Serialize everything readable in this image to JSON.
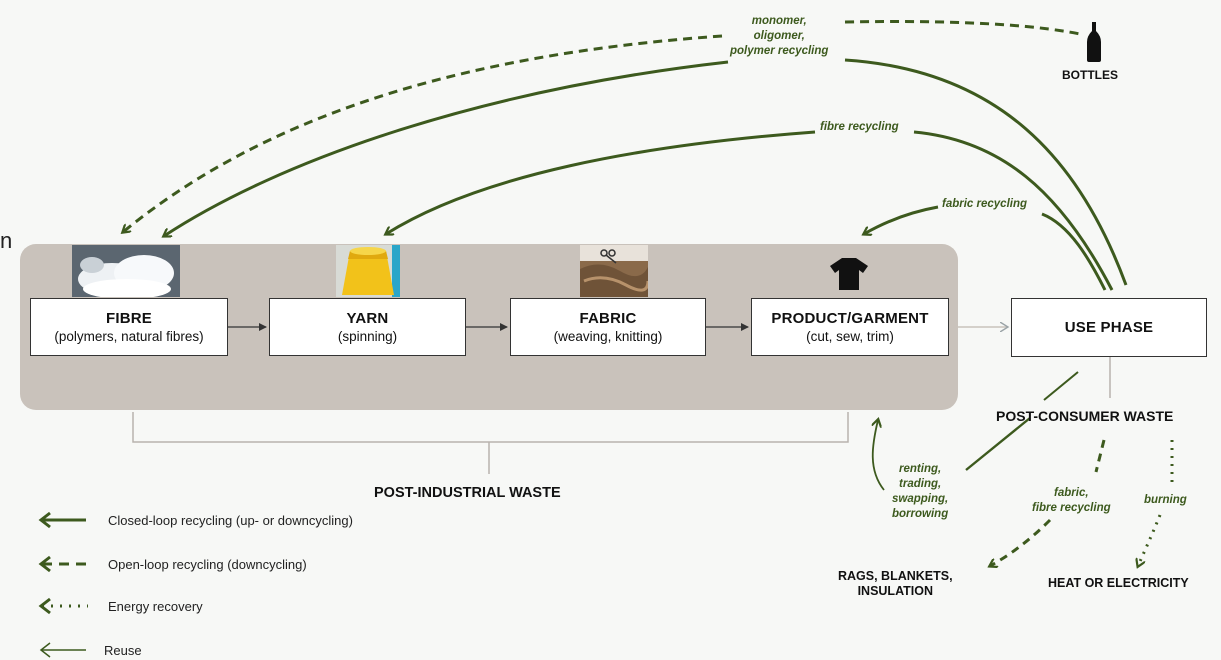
{
  "boxes": {
    "fibre": {
      "title": "FIBRE",
      "sub": "(polymers, natural fibres)"
    },
    "yarn": {
      "title": "YARN",
      "sub": "(spinning)"
    },
    "fabric": {
      "title": "FABRIC",
      "sub": "(weaving, knitting)"
    },
    "product": {
      "title": "PRODUCT/GARMENT",
      "sub": "(cut, sew, trim)"
    },
    "use": {
      "title": "USE PHASE"
    }
  },
  "labels": {
    "bottles": "BOTTLES",
    "post_consumer": "POST-CONSUMER WASTE",
    "post_industrial": "POST-INDUSTRIAL WASTE",
    "rags": "RAGS, BLANKETS,\nINSULATION",
    "heat": "HEAT OR ELECTRICITY"
  },
  "flows": {
    "monomer": "monomer,\noligomer,\npolymer recycling",
    "fibre_recycling": "fibre recycling",
    "fabric_recycling": "fabric recycling",
    "renting": "renting,\ntrading,\nswapping,\nborrowing",
    "fabric_fibre": "fabric,\nfibre recycling",
    "burning": "burning"
  },
  "legend": [
    {
      "type": "closed",
      "text": "Closed-loop recycling (up- or downcycling)"
    },
    {
      "type": "open",
      "text": "Open-loop recycling (downcycling)"
    },
    {
      "type": "energy",
      "text": "Energy recovery"
    },
    {
      "type": "reuse",
      "text": "Reuse"
    }
  ],
  "edge_fragment": "n",
  "colors": {
    "recycling_green": "#3d5a1e",
    "band": "#c9c2bb"
  }
}
